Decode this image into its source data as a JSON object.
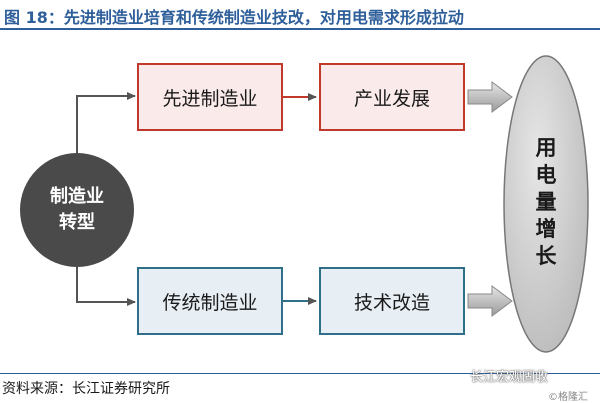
{
  "title": "图 18：先进制造业培育和传统制造业技改，对用电需求形成拉动",
  "nodes": {
    "start": {
      "lines": [
        "制造业",
        "转型"
      ]
    },
    "advanced_manufacturing": {
      "label": "先进制造业"
    },
    "industry_development": {
      "label": "产业发展"
    },
    "traditional_manufacturing": {
      "label": "传统制造业"
    },
    "technical_upgrade": {
      "label": "技术改造"
    },
    "result": {
      "chars": [
        "用",
        "电",
        "量",
        "增",
        "长"
      ]
    }
  },
  "source": "资料来源：长江证券研究所",
  "watermark": {
    "main": "长江宏观固收",
    "small": "©格隆汇"
  },
  "colors": {
    "title": "#2f5f9a",
    "red_border": "#c0392b",
    "red_fill": "#fbeaea",
    "blue_border": "#2f6f8a",
    "blue_fill": "#e7eef4",
    "circle": "#4a4a4a",
    "oval": "#cfcfcf",
    "arrow": "#555555"
  }
}
